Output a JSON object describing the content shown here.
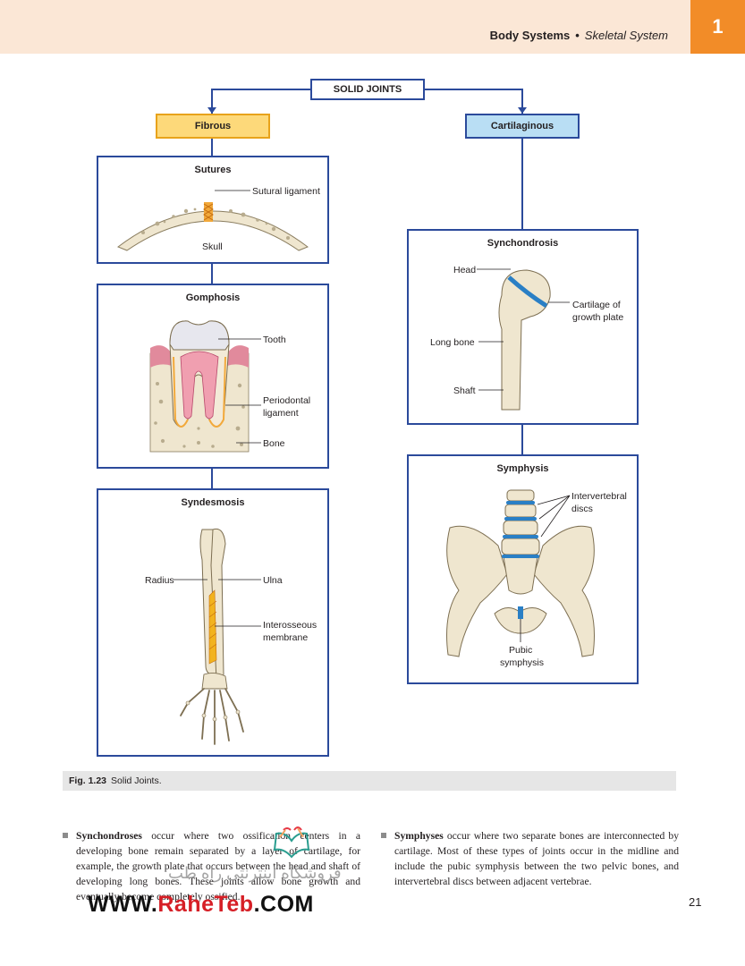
{
  "header": {
    "section": "Body Systems",
    "subsection": "Skeletal System",
    "chapter": "1"
  },
  "diagram": {
    "root": "SOLID JOINTS",
    "categories": {
      "fibrous": "Fibrous",
      "cartilaginous": "Cartilaginous"
    },
    "sutures": {
      "title": "Sutures",
      "labels": {
        "ligament": "Sutural ligament",
        "skull": "Skull"
      }
    },
    "gomphosis": {
      "title": "Gomphosis",
      "labels": {
        "tooth": "Tooth",
        "periodontal_1": "Periodontal",
        "periodontal_2": "ligament",
        "bone": "Bone"
      }
    },
    "syndesmosis": {
      "title": "Syndesmosis",
      "labels": {
        "radius": "Radius",
        "ulna": "Ulna",
        "membrane_1": "Interosseous",
        "membrane_2": "membrane"
      }
    },
    "synchondrosis": {
      "title": "Synchondrosis",
      "labels": {
        "head": "Head",
        "cartilage_1": "Cartilage of",
        "cartilage_2": "growth plate",
        "long_bone": "Long bone",
        "shaft": "Shaft"
      }
    },
    "symphysis": {
      "title": "Symphysis",
      "labels": {
        "discs_1": "Intervertebral",
        "discs_2": "discs",
        "pubic_1": "Pubic",
        "pubic_2": "symphysis"
      }
    }
  },
  "caption": {
    "fig": "Fig. 1.23",
    "text": "Solid Joints."
  },
  "body": {
    "left": {
      "term": "Synchondroses",
      "text": " occur where two ossification centers in a developing bone remain separated by a layer of cartilage, for example, the growth plate that occurs between the head and shaft of developing long bones. These joints allow bone growth and eventually become completely ossified."
    },
    "right": {
      "term": "Symphyses",
      "text": " occur where two separate bones are interconnected by cartilage. Most of these types of joints occur in the midline and include the pubic symphysis between the two pelvic bones, and intervertebral discs between adjacent vertebrae."
    }
  },
  "page_number": "21",
  "watermark": {
    "pre": "WWW.",
    "brand": "RaheTeb",
    "post": ".COM",
    "farsi": "فروشگاه اینترنتی راه طب"
  }
}
